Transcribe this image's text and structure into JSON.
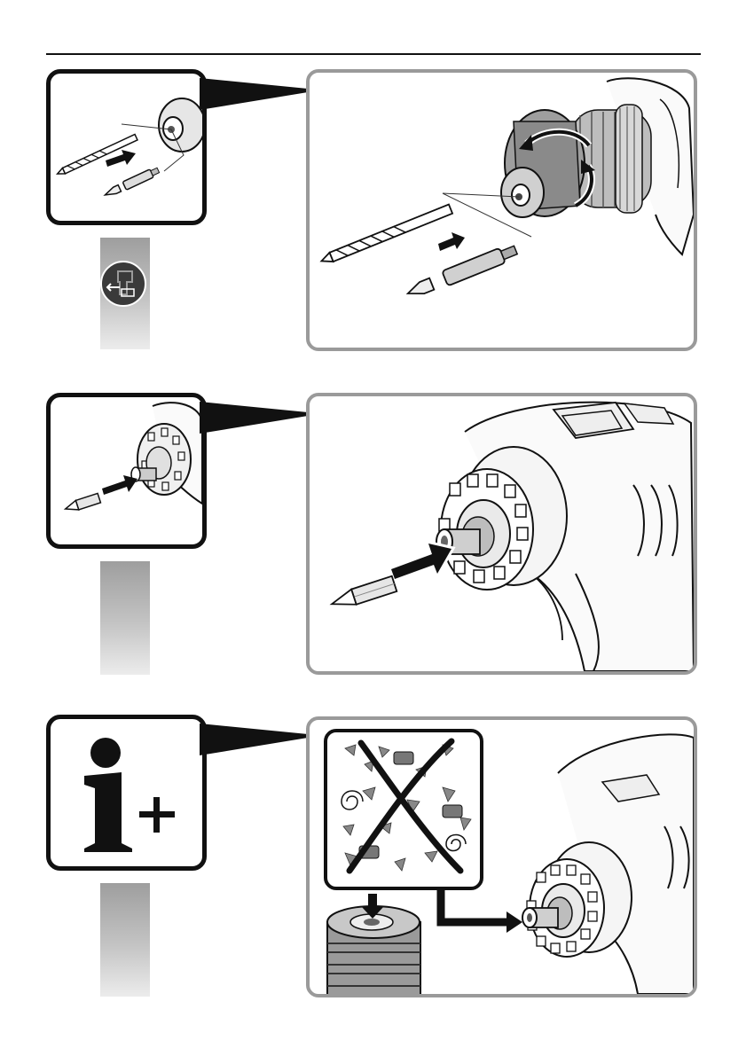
{
  "page": {
    "background_color": "#ffffff",
    "rule_color": "#111111",
    "frame_color": "#9a9a9a"
  },
  "sections": [
    {
      "id": "chuck-bit-insertion",
      "thumbnail": "keyless-chuck-with-drill-bit-and-adapter",
      "side_icon": "drill-attachment-icon"
    },
    {
      "id": "hex-bit-insertion",
      "thumbnail": "hex-bit-into-quick-release-holder",
      "side_icon": ""
    },
    {
      "id": "debris-warning",
      "thumbnail": "info-plus-icon",
      "side_icon": ""
    }
  ]
}
